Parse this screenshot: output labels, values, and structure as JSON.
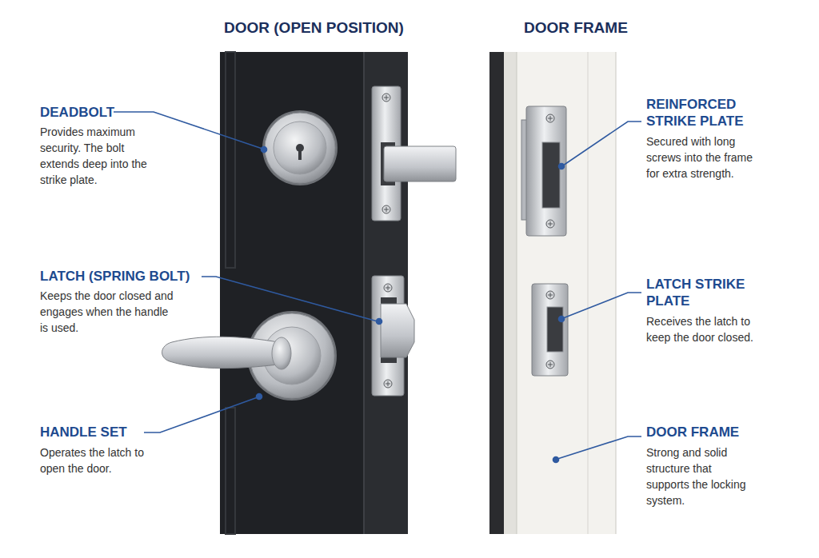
{
  "diagram": {
    "labels": [
      "DOOR (OPEN POSITION)",
      "DOOR FRAME",
      "DEADBOLT",
      "Provides maximum security. The bolt extends deep into the strike plate.",
      "LATCH (SPRING BOLT)",
      "Keeps the door closed and engages when the handle is used.",
      "HANDLE SET",
      "Operates the latch to open the door.",
      "REINFORCED STRIKE PLATE",
      "Secured with long screws into the frame for extra strength.",
      "LATCH STRIKE PLATE",
      "Receives the latch to keep the door closed.",
      "DOOR FRAME",
      "Strong and solid structure that supports the locking system."
    ]
  }
}
